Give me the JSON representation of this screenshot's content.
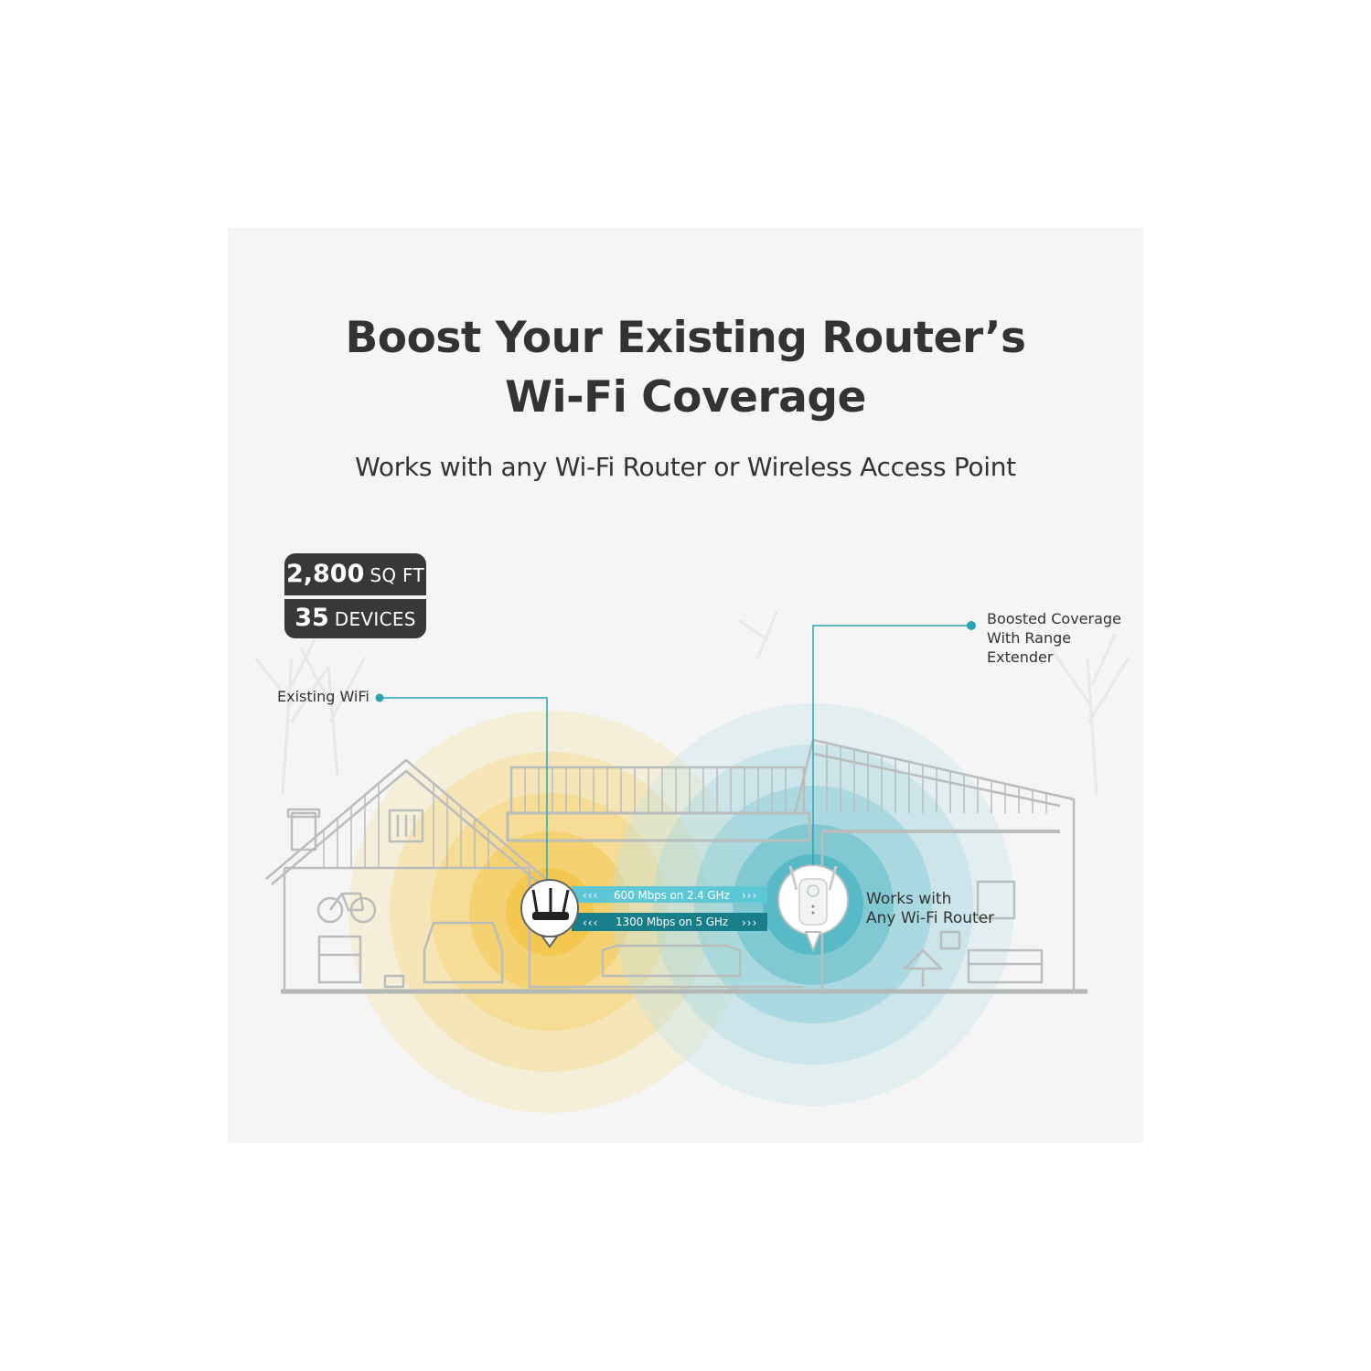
{
  "headline": {
    "line1": "Boost Your Existing Router’s",
    "line2": "Wi-Fi Coverage"
  },
  "subheadline": "Works with any Wi-Fi Router or Wireless Access Point",
  "badges": {
    "area_value": "2,800",
    "area_unit": "SQ FT",
    "devices_value": "35",
    "devices_unit": "DEVICES"
  },
  "callouts": {
    "existing": "Existing WiFi",
    "boosted": [
      "Boosted Coverage",
      "With Range",
      "Extender"
    ],
    "works": [
      "Works with",
      "Any Wi-Fi Router"
    ]
  },
  "links": {
    "band_24": "600 Mbps on 2.4 GHz",
    "band_5": "1300 Mbps on 5 GHz",
    "arrows_left": "‹‹‹",
    "arrows_right": "›››"
  },
  "colors": {
    "background": "#f4f5f4",
    "text": "#333333",
    "badge": "#383838",
    "router_glow": "#f6cf55",
    "extender_glow": "#4db6c6",
    "band_24": "#54c3d2",
    "band_5": "#177b87",
    "callout_line": "#2aa3b2"
  }
}
